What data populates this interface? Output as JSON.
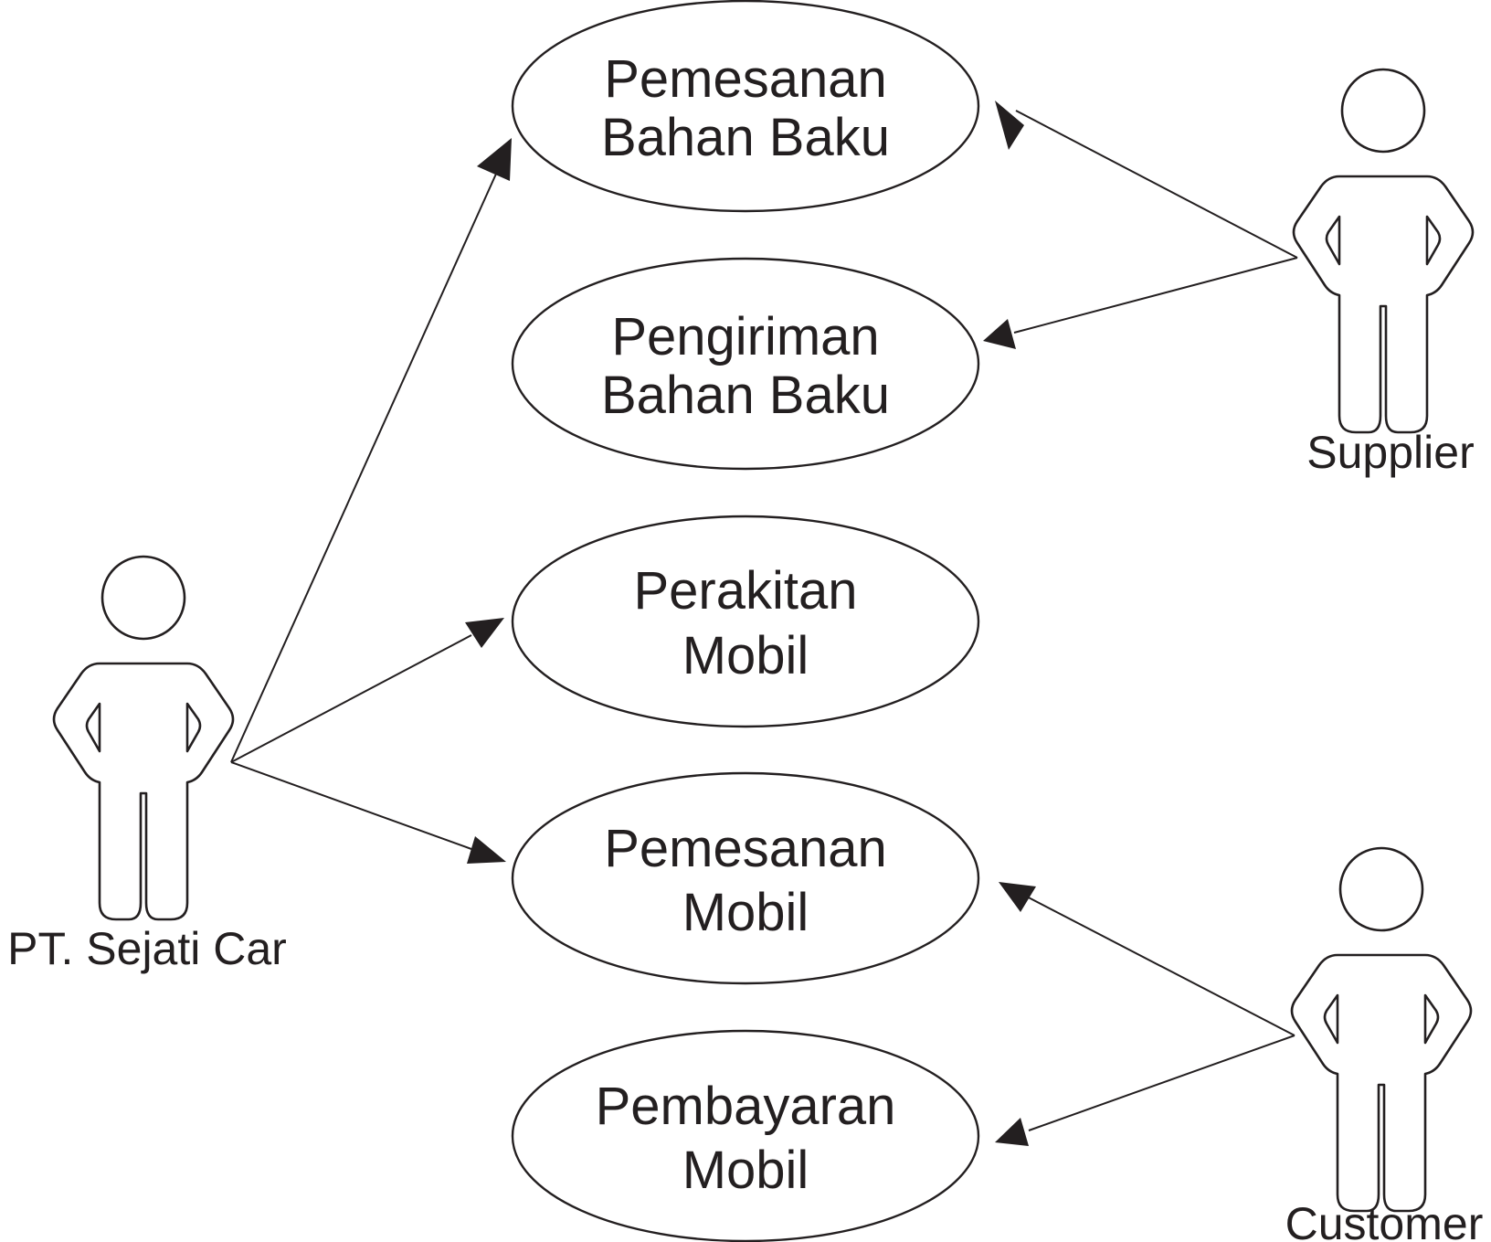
{
  "colors": {
    "ink": "#231f20",
    "background": "#ffffff"
  },
  "actors": [
    {
      "id": "pt-sejati-car",
      "label": "PT. Sejati Car"
    },
    {
      "id": "supplier",
      "label": "Supplier"
    },
    {
      "id": "customer",
      "label": "Customer"
    }
  ],
  "use_cases": [
    {
      "id": "pemesanan-bahan-baku",
      "lines": [
        "Pemesanan",
        "Bahan Baku"
      ]
    },
    {
      "id": "pengiriman-bahan-baku",
      "lines": [
        "Pengiriman",
        "Bahan Baku"
      ]
    },
    {
      "id": "perakitan-mobil",
      "lines": [
        "Perakitan",
        "Mobil"
      ]
    },
    {
      "id": "pemesanan-mobil",
      "lines": [
        "Pemesanan",
        "Mobil"
      ]
    },
    {
      "id": "pembayaran-mobil",
      "lines": [
        "Pembayaran",
        "Mobil"
      ]
    }
  ],
  "associations": [
    {
      "from": "pt-sejati-car",
      "to": "pemesanan-bahan-baku"
    },
    {
      "from": "pt-sejati-car",
      "to": "perakitan-mobil"
    },
    {
      "from": "pt-sejati-car",
      "to": "pemesanan-mobil"
    },
    {
      "from": "supplier",
      "to": "pemesanan-bahan-baku"
    },
    {
      "from": "supplier",
      "to": "pengiriman-bahan-baku"
    },
    {
      "from": "customer",
      "to": "pemesanan-mobil"
    },
    {
      "from": "customer",
      "to": "pembayaran-mobil"
    }
  ]
}
